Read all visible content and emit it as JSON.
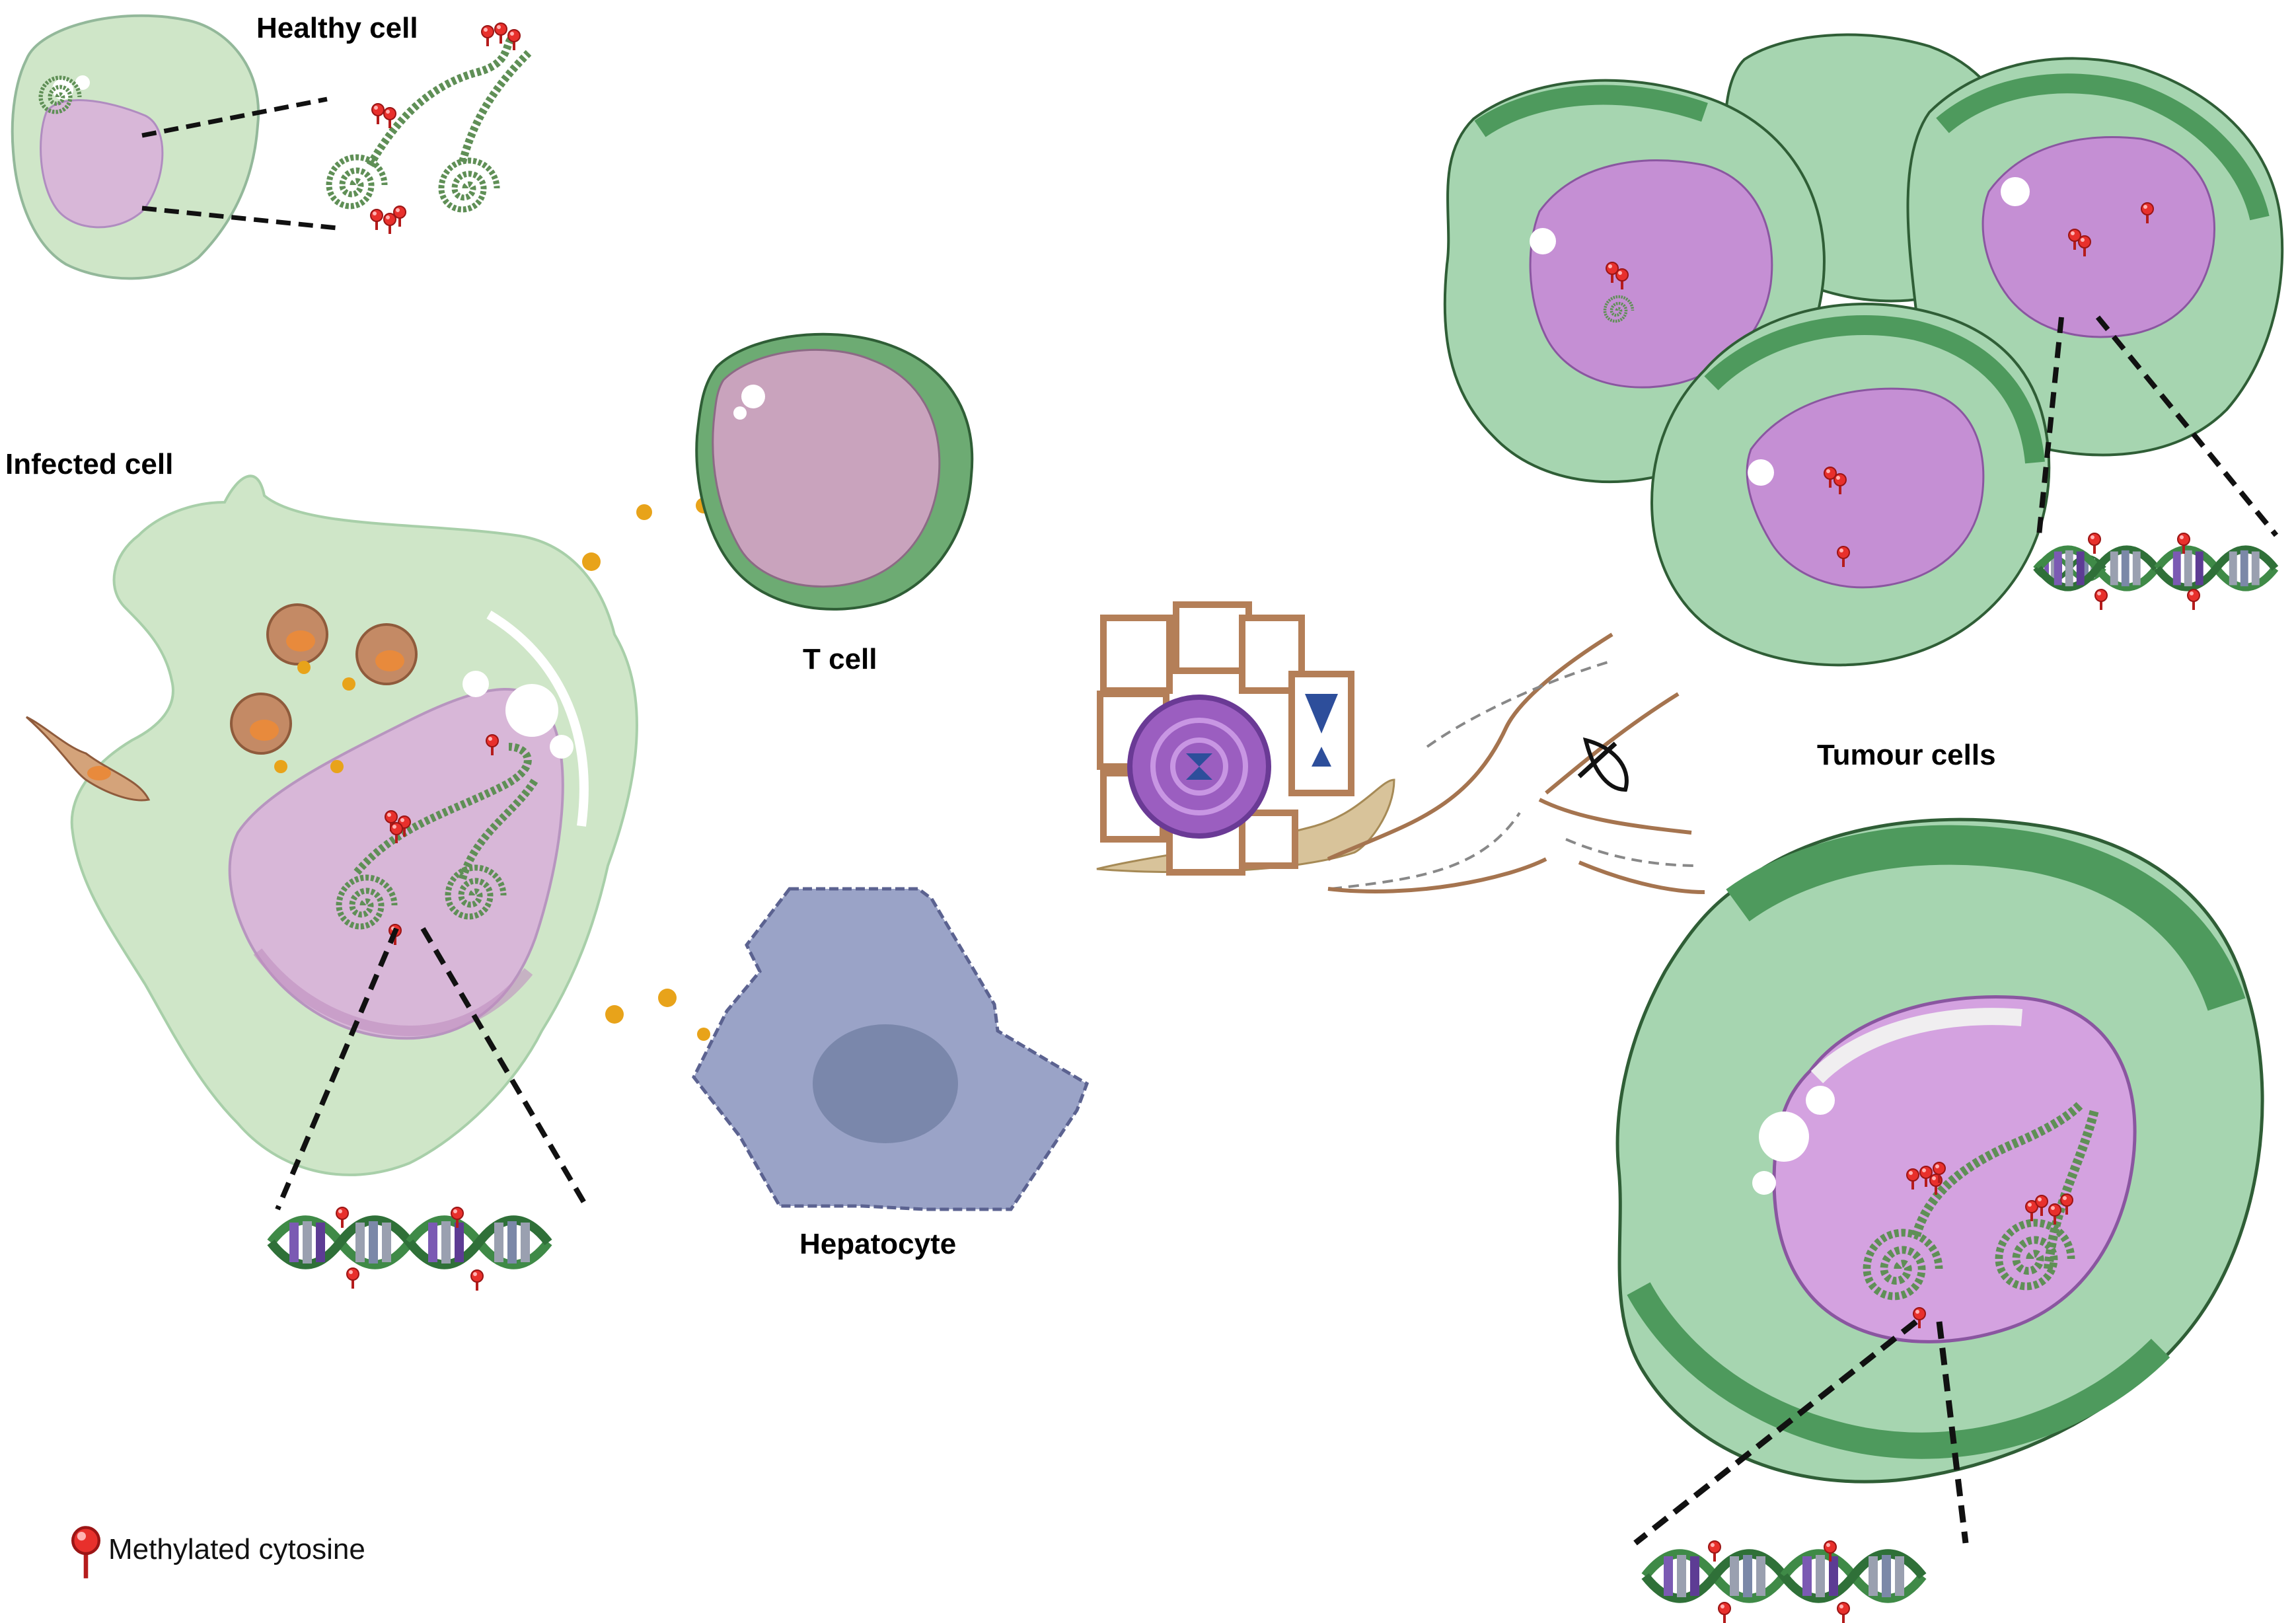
{
  "labels": {
    "healthy_cell": "Healthy cell",
    "infected_cell": "Infected cell",
    "t_cell": "T cell",
    "hepatocyte": "Hepatocyte",
    "tumour_cells": "Tumour cells"
  },
  "legend": {
    "methylated_cytosine": "Methylated cytosine"
  },
  "icons": {
    "methylation_marker": "red-pin-icon",
    "timeline": "snail-with-hourglasses-icon",
    "parasite": "trypanosome-parasite-icon"
  },
  "colors": {
    "cell_green_light": "#cfe6c8",
    "cell_green_mid": "#a6d5b0",
    "cell_green_dark": "#4e9a5d",
    "nucleus_pink": "#d8b7d8",
    "nucleus_purple": "#c58fd4",
    "t_cell_nucleus": "#c9a3bd",
    "hepatocyte": "#9aa3c7",
    "hepatocyte_nucleus": "#7a87ab",
    "methyl_red": "#e8302c",
    "cytokine_gold": "#e8a31a",
    "dna_green": "#3f8a47"
  }
}
